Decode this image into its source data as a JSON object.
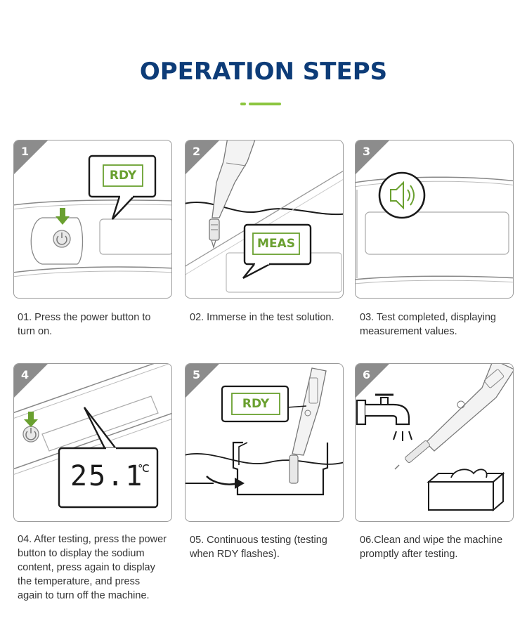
{
  "title": "OPERATION STEPS",
  "colors": {
    "title": "#0d3c78",
    "accent": "#8cc63f",
    "display_text": "#6aa030",
    "badge": "#8c8c8c"
  },
  "steps": [
    {
      "number": "1",
      "caption": "01. Press the power button to turn on.",
      "display": "RDY",
      "icon": "power-button-icon"
    },
    {
      "number": "2",
      "caption": "02. Immerse in the test solution.",
      "display": "MEAS",
      "icon": "probe-icon"
    },
    {
      "number": "3",
      "caption": "03. Test completed, displaying measurement values.",
      "icon": "speaker-icon"
    },
    {
      "number": "4",
      "caption": "04. After testing, press the power button to display the sodium content, press again to display the temperature, and press again to turn off the machine.",
      "display": "25.1",
      "unit": "℃",
      "icon": "power-button-icon"
    },
    {
      "number": "5",
      "caption": "05. Continuous testing (testing when RDY flashes).",
      "display": "RDY",
      "icon": "container-icon"
    },
    {
      "number": "6",
      "caption": "06.Clean and wipe the machine promptly after testing.",
      "icon": "faucet-icon"
    }
  ]
}
